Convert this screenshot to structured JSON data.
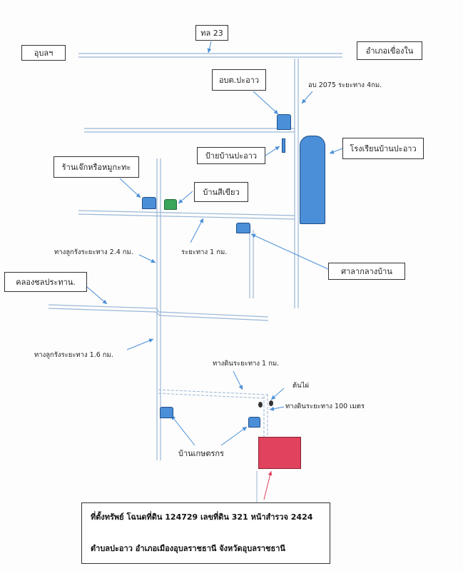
{
  "labels": {
    "road_23": "ทล 23",
    "ubon": "อุบลฯ",
    "khueang_nai": "อำเภอเขื่องใน",
    "obt": "อบต.ปะอาว",
    "ub2075": "อบ 2075 ระยะทาง 4กม.",
    "school": "โรงเรียนบ้านปะอาว",
    "village_sign": "ป้ายบ้านปะอาว",
    "shop": "ร้านเจ๊กหรือหมูกะทะ",
    "green_house": "บ้านสีเขียว",
    "gravel_24": "ทางลูกรังระยะทาง 2.4 กม.",
    "dist_1km": "ระยะทาง 1 กม.",
    "sala": "ศาลากลางบ้าน",
    "canal": "คลองชลประทาน.",
    "gravel_16": "ทางลูกรังระยะทาง 1.6 กม.",
    "dirt_1km": "ทางดินระยะทาง 1 กม.",
    "tree": "ต้นไผ่",
    "dirt_100m": "ทางดินระยะทาง 100 เมตร",
    "farmer_house": "บ้านเกษตรกร"
  },
  "caption": {
    "line1": "ที่ตั้งทรัพย์ โฉนดที่ดิน 124729 เลขที่ดิน 321 หน้าสำรวจ 2424",
    "line2": "ตำบลปะอาว อำเภอเมืองอุบลราชธานี จังหวัดอุบลราชธานี"
  },
  "colors": {
    "building": "#4a8fd8",
    "green_house": "#3aa65a",
    "property": "#e0435d",
    "road": "#9ab7d6",
    "arrow": "#4a8fd8",
    "property_arrow": "#e0435d"
  }
}
